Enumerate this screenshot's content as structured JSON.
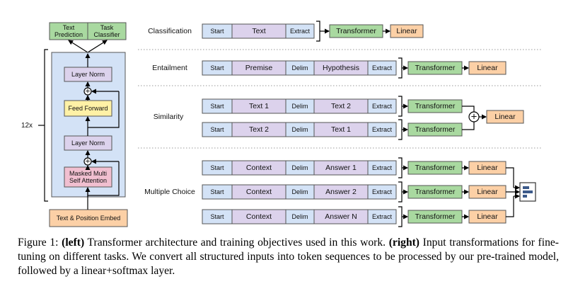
{
  "colors": {
    "token_blue": "#d3e2f6",
    "token_purple": "#dcd2ec",
    "transformer_green": "#a9d9a0",
    "linear_orange": "#fcd0a6",
    "ff_yellow": "#fff1a6",
    "block_bg": "#d3e2f6",
    "attention_pink": "#f1bfd0",
    "embed_orange": "#fcd0a6",
    "head_green": "#a9d9a0",
    "box_border": "#555555",
    "arrow": "#000000",
    "dotted": "#999999"
  },
  "left": {
    "heads": [
      "Text\nPrediction",
      "Task\nClassifier"
    ],
    "layer_norm_top": "Layer Norm",
    "feed_forward": "Feed Forward",
    "layer_norm_bottom": "Layer Norm",
    "attention": "Masked Multi\nSelf Attention",
    "embed": "Text & Position Embed",
    "repeat": "12x",
    "add_symbol": "+"
  },
  "tasks": {
    "classification": {
      "label": "Classification",
      "tokens": [
        "Start",
        "Text",
        "Extract"
      ],
      "transformer": "Transformer",
      "linear": "Linear"
    },
    "entailment": {
      "label": "Entailment",
      "tokens": [
        "Start",
        "Premise",
        "Delim",
        "Hypothesis",
        "Extract"
      ],
      "transformer": "Transformer",
      "linear": "Linear"
    },
    "similarity": {
      "label": "Similarity",
      "rows": [
        [
          "Start",
          "Text 1",
          "Delim",
          "Text 2",
          "Extract"
        ],
        [
          "Start",
          "Text 2",
          "Delim",
          "Text 1",
          "Extract"
        ]
      ],
      "transformer": "Transformer",
      "linear": "Linear",
      "plus": "+"
    },
    "multiple_choice": {
      "label": "Multiple Choice",
      "rows": [
        [
          "Start",
          "Context",
          "Delim",
          "Answer 1",
          "Extract"
        ],
        [
          "Start",
          "Context",
          "Delim",
          "Answer 2",
          "Extract"
        ],
        [
          "Start",
          "Context",
          "Delim",
          "Answer N",
          "Extract"
        ]
      ],
      "transformer": "Transformer",
      "linear": "Linear"
    }
  },
  "caption": {
    "prefix": "Figure 1: ",
    "left_word": "(left)",
    "left_text": " Transformer architecture and training objectives used in this work. ",
    "right_word": "(right)",
    "right_text": " Input transformations for fine-tuning on different tasks.  We convert all structured inputs into token sequences to be processed by our pre-trained model, followed by a linear+softmax layer."
  }
}
